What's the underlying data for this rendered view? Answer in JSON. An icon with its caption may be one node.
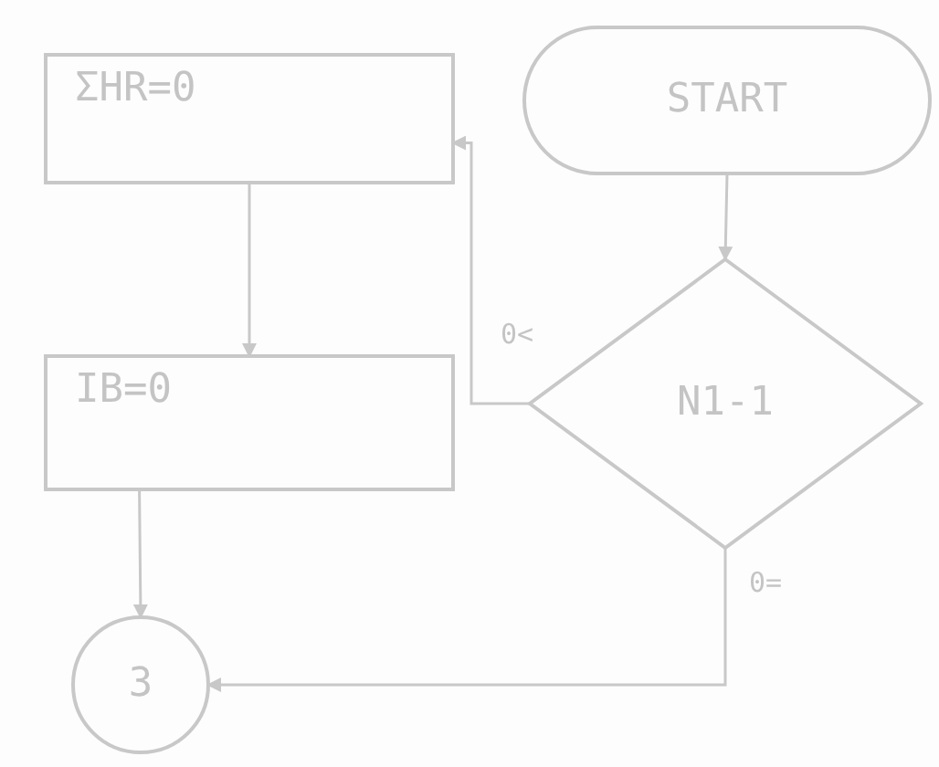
{
  "diagram": {
    "nodes": [
      {
        "text": [
          "ΣHR=0"
        ]
      },
      {
        "text": [
          "START"
        ]
      },
      {
        "text": [
          "N1-1"
        ]
      },
      {
        "text": [
          "IB=0"
        ]
      },
      {
        "text": [
          "3"
        ]
      }
    ],
    "edges": [
      {
        "from": 1,
        "to": 2,
        "arrow": "to"
      },
      {
        "from": 2,
        "to": 0,
        "arrow": "to",
        "label": "0<"
      },
      {
        "from": 0,
        "to": 3,
        "arrow": "to"
      },
      {
        "from": 3,
        "to": 4,
        "arrow": "to"
      },
      {
        "from": 2,
        "to": 4,
        "arrow": "to",
        "label": "0="
      }
    ]
  }
}
